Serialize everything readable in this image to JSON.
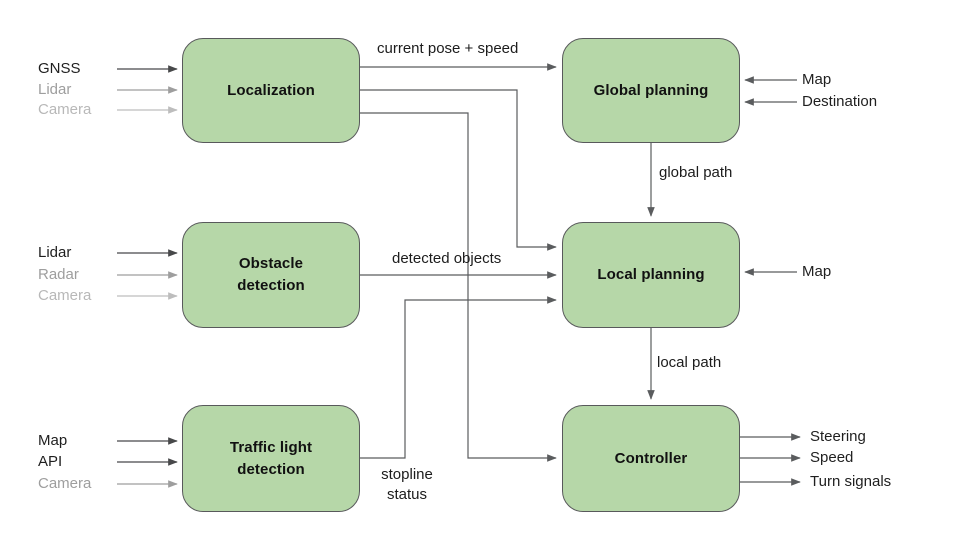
{
  "palette": {
    "background": "#ffffff",
    "node_fill": "#b6d7a8",
    "node_border": "#58595b",
    "connector": "#5a5c5e",
    "text_dark": "#1f1f1f",
    "text_gray": "#9e9e9e",
    "text_light_gray": "#b8b8b8"
  },
  "nodes": [
    {
      "id": "localization",
      "label": "Localization"
    },
    {
      "id": "global_planning",
      "label": "Global planning"
    },
    {
      "id": "obstacle_detection",
      "label": "Obstacle\ndetection"
    },
    {
      "id": "local_planning",
      "label": "Local planning"
    },
    {
      "id": "traffic_light_detection",
      "label": "Traffic light\ndetection"
    },
    {
      "id": "controller",
      "label": "Controller"
    }
  ],
  "edge_labels": {
    "current_pose_speed": "current pose + speed",
    "global_path": "global path",
    "detected_objects": "detected objects",
    "local_path": "local path",
    "stopline_status": "stopline\nstatus"
  },
  "inputs": {
    "localization": [
      {
        "label": "GNSS",
        "tone": "dark"
      },
      {
        "label": "Lidar",
        "tone": "gray"
      },
      {
        "label": "Camera",
        "tone": "light"
      }
    ],
    "obstacle_detection": [
      {
        "label": "Lidar",
        "tone": "dark"
      },
      {
        "label": "Radar",
        "tone": "gray"
      },
      {
        "label": "Camera",
        "tone": "light"
      }
    ],
    "traffic_light_detection": [
      {
        "label": "Map",
        "tone": "dark"
      },
      {
        "label": "API",
        "tone": "dark"
      },
      {
        "label": "Camera",
        "tone": "gray"
      }
    ],
    "global_planning": [
      {
        "label": "Map",
        "tone": "dark"
      },
      {
        "label": "Destination",
        "tone": "dark"
      }
    ],
    "local_planning": [
      {
        "label": "Map",
        "tone": "dark"
      }
    ]
  },
  "outputs": {
    "controller": [
      {
        "label": "Steering"
      },
      {
        "label": "Speed"
      },
      {
        "label": "Turn signals"
      }
    ]
  }
}
